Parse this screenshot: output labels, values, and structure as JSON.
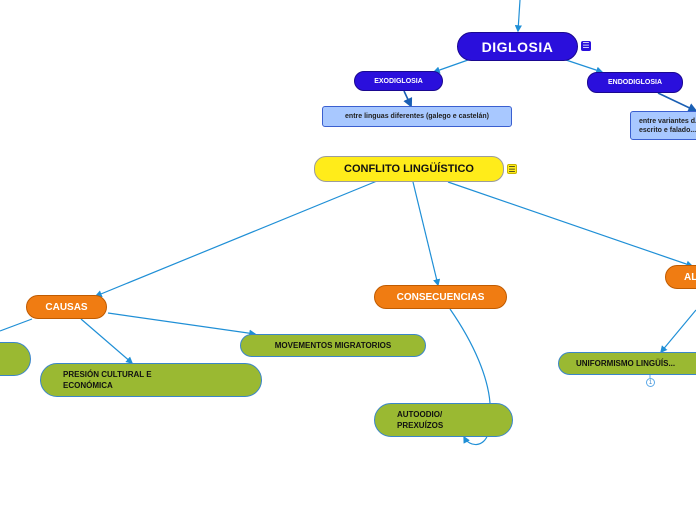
{
  "nodes": {
    "diglosia": "DIGLOSIA",
    "exodiglosia": "EXODIGLOSIA",
    "endodiglosia": "ENDODIGLOSIA",
    "exo_note": "entre linguas diferentes (galego e castelán)",
    "endo_note": "entre variantes d... escrito e falado...",
    "conflito": "CONFLITO LINGÜÍSTICO",
    "causas": "CAUSAS",
    "consecuencias": "CONSECUENCIAS",
    "alternativas": "AL...",
    "presion": "PRESIÓN CULTURAL E ECONÓMICA",
    "movementos": "MOVEMENTOS MIGRATORIOS",
    "autoodio": "AUTOODIO/ PREXUÍZOS",
    "uniformismo": "UNIFORMISMO LINGÜÍS..."
  },
  "badges": {
    "diglosia_notes": "☰",
    "conflito_notes": "☰",
    "uniformismo_count": "1"
  },
  "colors": {
    "link": "#1f8fd6",
    "link_dark": "#1a5fb4",
    "diglosia": "#2a0fdc",
    "conflito": "#ffec1a",
    "orange": "#f07c12",
    "green": "#9ab932",
    "note": "#a8c8ff"
  }
}
